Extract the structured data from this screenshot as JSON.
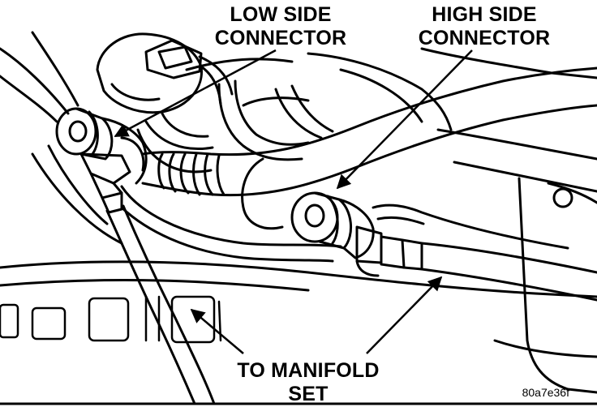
{
  "labels": {
    "low_side": [
      "LOW SIDE",
      "CONNECTOR"
    ],
    "high_side": [
      "HIGH SIDE",
      "CONNECTOR"
    ],
    "manifold": [
      "TO MANIFOLD",
      "SET"
    ]
  },
  "figure_id": "80a7e36f",
  "colors": {
    "ink": "#000000",
    "paper": "#ffffff"
  }
}
